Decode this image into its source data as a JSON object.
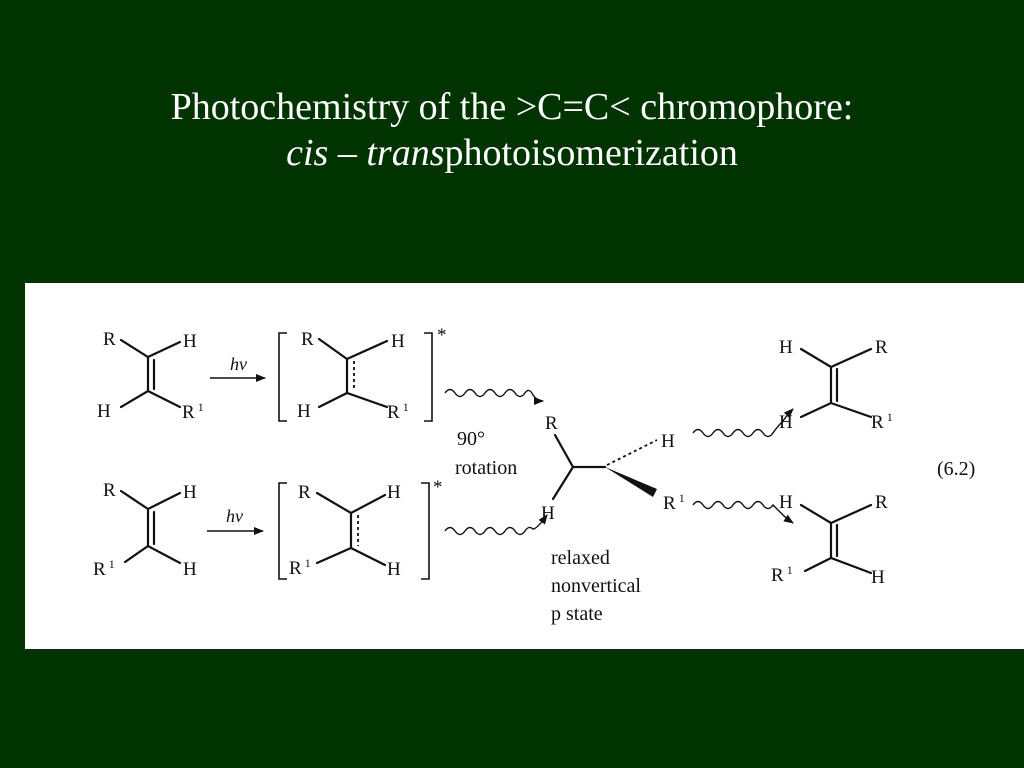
{
  "title": {
    "line1": "Photochemistry of the  >C=C< chromophore:",
    "cis": "cis",
    "dash": " – ",
    "trans": "trans",
    "rest": "photoisomerization"
  },
  "diagram": {
    "R": "R",
    "H": "H",
    "R1": "R",
    "sup1": "1",
    "hv": "hv",
    "star": "*",
    "rotation_deg": "90°",
    "rotation": "rotation",
    "relaxed": "relaxed",
    "nonvertical": "nonvertical",
    "p_state": "p   state",
    "eq_number": "(6.2)"
  }
}
